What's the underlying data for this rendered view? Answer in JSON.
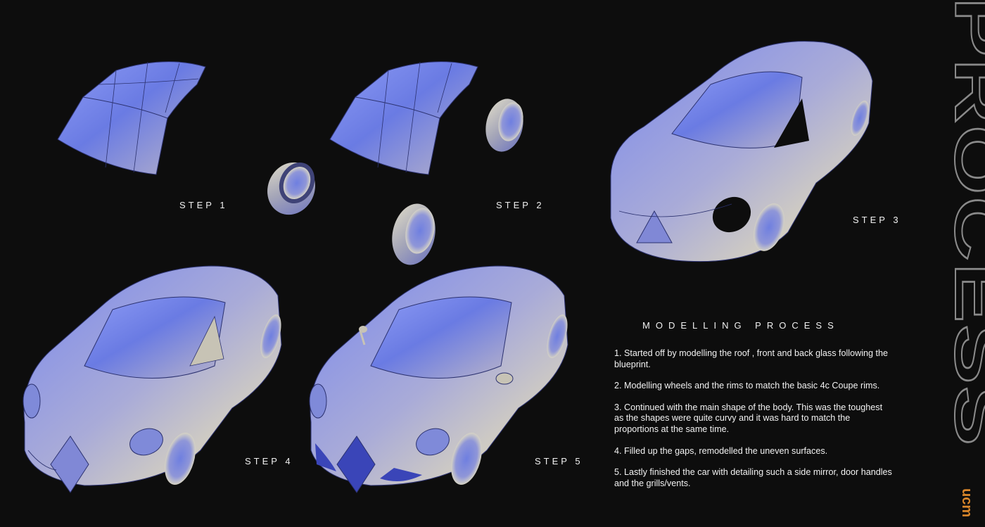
{
  "steps": [
    {
      "label": "STEP 1"
    },
    {
      "label": "STEP 2"
    },
    {
      "label": "STEP 3"
    },
    {
      "label": "STEP 4"
    },
    {
      "label": "STEP 5"
    }
  ],
  "process": {
    "heading": "MODELLING PROCESS",
    "items": [
      "1.  Started off by modelling the roof , front and back glass following the blueprint.",
      "2.  Modelling wheels and the rims to match the basic 4c Coupe rims.",
      "3.  Continued with the main shape of the body. This was the toughest as the shapes were quite curvy and it was hard to match the proportions at the same time.",
      "4.  Filled up the gaps, remodelled the uneven surfaces.",
      "5.  Lastly finished the car with detailing such a side mirror, door handles and the grills/vents."
    ]
  },
  "vertical_title": "PROCESS",
  "logo_text": "ucm",
  "colors": {
    "background": "#0d0d0d",
    "model_blue": "#6f7fe6",
    "model_silver": "#c9c7b8",
    "logo_orange": "#d9862a"
  }
}
